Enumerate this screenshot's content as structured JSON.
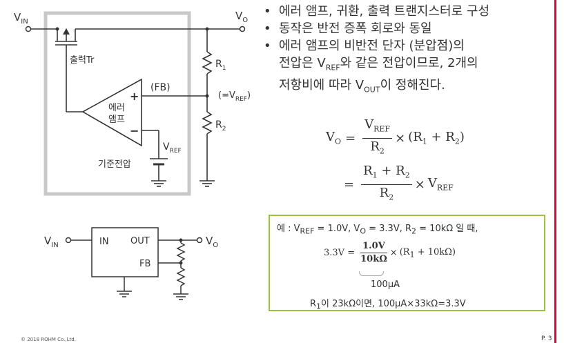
{
  "circuit1": {
    "vin": {
      "main": "V",
      "sub": "IN"
    },
    "vo": {
      "main": "V",
      "sub": "O"
    },
    "transistor_label": "출력Tr",
    "r1": {
      "main": "R",
      "sub": "1"
    },
    "r2": {
      "main": "R",
      "sub": "2"
    },
    "fb_label": "(FB)",
    "eq_vref": {
      "prefix": "(=V",
      "sub": "REF",
      "suffix": ")"
    },
    "amp_line1": "에러",
    "amp_line2": "앰프",
    "plus": "+",
    "minus": "−",
    "vref": {
      "main": "V",
      "sub": "REF"
    },
    "ref_label": "기준전압"
  },
  "circuit2": {
    "vin": {
      "main": "V",
      "sub": "IN"
    },
    "in_label": "IN",
    "out_label": "OUT",
    "fb_label": "FB",
    "vo": {
      "main": "V",
      "sub": "O"
    }
  },
  "bullets": [
    {
      "text": "에러 앰프, 귀환, 출력 트랜지스터로 구성"
    },
    {
      "text": "동작은 반전 증폭 회로와 동일"
    },
    {
      "line1": "에러 앰프의 비반전 단자 (분압점)의",
      "l2a": "전압은 V",
      "l2sub": "REF",
      "l2b": "와 같은 전압이므로, 2개의",
      "l3a": "저항비에 따라 V",
      "l3sub": "OUT",
      "l3b": "이 정해진다."
    }
  ],
  "formula1": {
    "lhs_main": "V",
    "lhs_sub": "O",
    "eq": "=",
    "num_main": "V",
    "num_sub": "REF",
    "den_main": "R",
    "den_sub": "2",
    "times": "×",
    "paren": {
      "open": "(R",
      "s1": "1",
      "plus": " + R",
      "s2": "2",
      "close": ")"
    }
  },
  "formula2": {
    "eq": "=",
    "num": {
      "a": "R",
      "s1": "1",
      "plus": " + R",
      "s2": "2"
    },
    "den_main": "R",
    "den_sub": "2",
    "times": "×",
    "rhs_main": "V",
    "rhs_sub": "REF"
  },
  "example": {
    "line1": {
      "p1": "예 : V",
      "s1": "REF",
      "p2": " = 1.0V, V",
      "s2": "O",
      "p3": " = 3.3V, R",
      "s3": "2",
      "p4": " = 10kΩ 일 때,"
    },
    "eq_lhs": "3.3V =",
    "num": "1.0V",
    "den": "10kΩ",
    "times": "×",
    "paren": {
      "open": "(R",
      "s1": "1",
      "rest": " + 10kΩ)"
    },
    "current": "100μA",
    "result": {
      "p1": "R",
      "s1": "1",
      "p2": "이 23kΩ이면, 100μA×33kΩ=3.3V"
    }
  },
  "footer": {
    "copyright": "© 2018 ROHM Co.,Ltd.",
    "page": "P. 3"
  },
  "colors": {
    "box_gray": "#c8c8c8",
    "example_border": "#9ac33b",
    "accent_red": "#c8102e",
    "text": "#333333"
  }
}
